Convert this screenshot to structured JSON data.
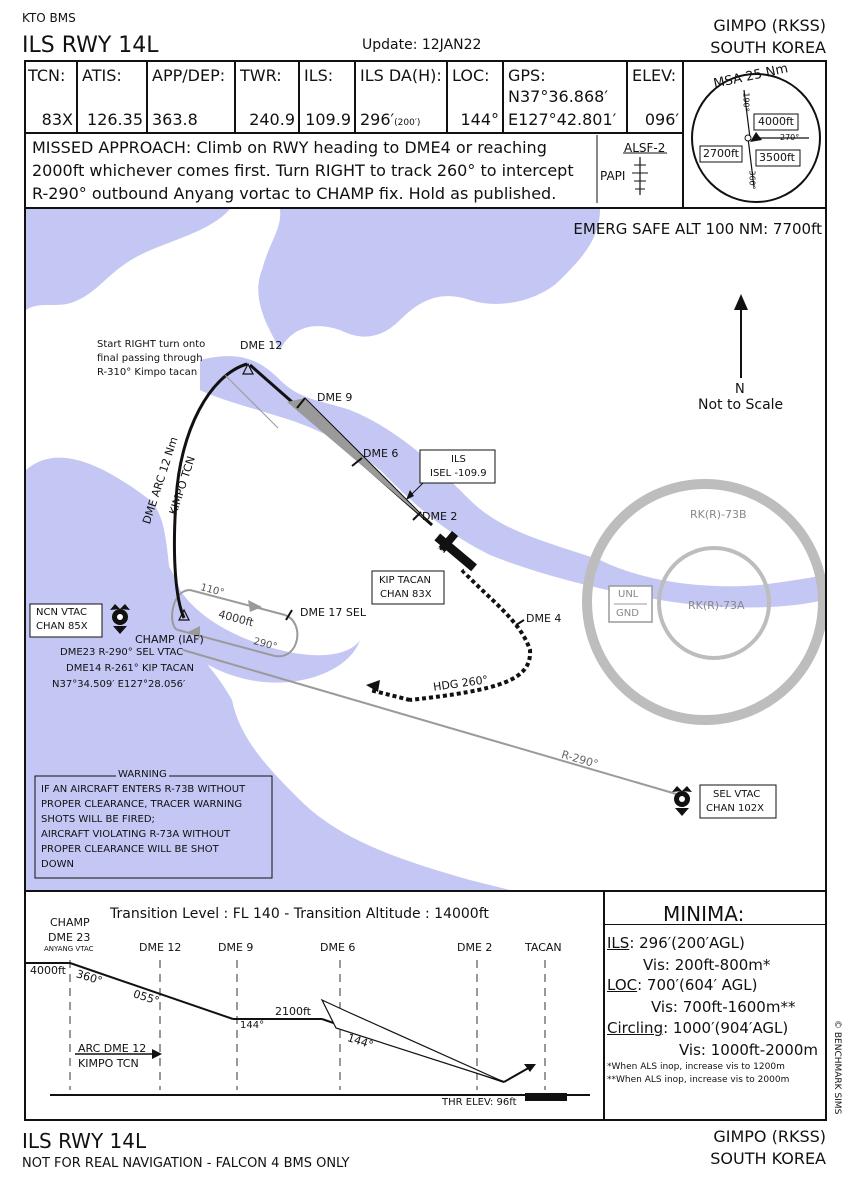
{
  "header": {
    "org": "KTO BMS",
    "title": "ILS RWY 14L",
    "update": "Update: 12JAN22",
    "airport": "GIMPO (RKSS)",
    "country": "SOUTH KOREA"
  },
  "info_cells": [
    {
      "label": "TCN:",
      "value": "83X"
    },
    {
      "label": "ATIS:",
      "value": "126.35"
    },
    {
      "label": "APP/DEP:",
      "value": "363.8"
    },
    {
      "label": "TWR:",
      "value": "240.9"
    },
    {
      "label": "ILS:",
      "value": "109.9"
    },
    {
      "label": "ILS DA(H):",
      "value": "296′",
      "value_sub": "(200′)"
    },
    {
      "label": "LOC:",
      "value": "144°"
    },
    {
      "label": "GPS:",
      "value": "N37°36.868′",
      "value2": "E127°42.801′"
    },
    {
      "label": "ELEV:",
      "value": "096′"
    }
  ],
  "missed_approach": [
    "MISSED APPROACH: Climb on RWY heading to DME4 or reaching",
    "2000ft whichever comes first. Turn RIGHT to track 260° to intercept",
    "R-290° outbound Anyang vortac to CHAMP fix. Hold as published."
  ],
  "lighting": {
    "als": "ALSF-2",
    "papi": "PAPI"
  },
  "msa": {
    "title": "MSA 25 Nm",
    "sectors": [
      "4000ft",
      "2700ft",
      "3500ft"
    ],
    "radials": [
      "190°",
      "270°",
      "360°"
    ]
  },
  "plan": {
    "emerg_alt": "EMERG SAFE ALT 100 NM: 7700ft",
    "north": "N",
    "not_to_scale": "Not to Scale",
    "start_turn_note": [
      "Start RIGHT turn onto",
      "final passing through",
      "R-310° Kimpo tacan"
    ],
    "dme_labels": [
      "DME 12",
      "DME 9",
      "DME 6",
      "DME 2",
      "DME 4",
      "DME 17 SEL"
    ],
    "arc_label": "DME ARC 12 Nm",
    "arc_label2": "KIMPO TCN",
    "ils_box": [
      "ILS",
      "ISEL -109.9"
    ],
    "kip_box": [
      "KIP TACAN",
      "CHAN 83X"
    ],
    "ncn_box": [
      "NCN VTAC",
      "CHAN 85X"
    ],
    "sel_box": [
      "SEL VTAC",
      "CHAN 102X"
    ],
    "champ": [
      "CHAMP (IAF)",
      "DME23 R-290° SEL VTAC",
      "DME14 R-261° KIP TACAN",
      "N37°34.509′   E127°28.056′"
    ],
    "hold_labels": [
      "110°",
      "4000ft",
      "290°"
    ],
    "hdg": "HDG 260°",
    "radial": "R-290°",
    "restricted_outer": "RK(R)-73B",
    "restricted_inner": "RK(R)-73A",
    "unl": "UNL",
    "gnd": "GND",
    "warning_title": "WARNING",
    "warning_lines": [
      "IF AN AIRCRAFT ENTERS R-73B WITHOUT",
      "PROPER CLEARANCE, TRACER WARNING",
      "SHOTS WILL BE FIRED;",
      "AIRCRAFT VIOLATING R-73A WITHOUT",
      "PROPER CLEARANCE WILL BE SHOT",
      "DOWN"
    ],
    "colors": {
      "water": "#c4c6f4",
      "restricted": "#bdbdbd",
      "warning_fill": "#c4c6f4"
    }
  },
  "profile": {
    "transition": "Transition Level : FL 140  -  Transition Altitude : 14000ft",
    "champ": [
      "CHAMP",
      "DME 23"
    ],
    "anyang": "ANYANG VTAC",
    "dme_cols": [
      "DME 12",
      "DME 9",
      "DME 6",
      "DME 2",
      "TACAN"
    ],
    "alt_4000": "4000ft",
    "alt_2100": "2100ft",
    "courses": [
      "360°",
      "055°",
      "144°",
      "144°"
    ],
    "arc": [
      "ARC DME 12",
      "KIMPO TCN"
    ],
    "thr": "THR ELEV: 96ft"
  },
  "minima": {
    "title": "MINIMA:",
    "ils_label": "ILS",
    "ils_text": ": 296′(200′AGL)",
    "ils_vis": "Vis: 200ft-800m*",
    "loc_label": "LOC",
    "loc_text": ": 700′(604′ AGL)",
    "loc_vis": "Vis: 700ft-1600m**",
    "circ_label": "Circling",
    "circ_text": ": 1000′(904′AGL)",
    "circ_vis": "Vis: 1000ft-2000m",
    "note1": "*When ALS inop, increase vis to 1200m",
    "note2": "**When ALS inop, increase vis to 2000m"
  },
  "copyright": "© BENCHMARK SIMS",
  "footer": {
    "title": "ILS RWY 14L",
    "disclaimer": "NOT FOR REAL NAVIGATION - FALCON 4 BMS ONLY",
    "airport": "GIMPO (RKSS)",
    "country": "SOUTH KOREA"
  }
}
